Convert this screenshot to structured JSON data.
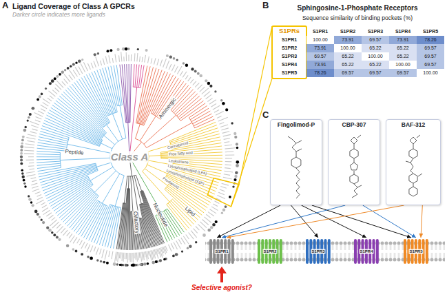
{
  "diagram": {
    "title": "Ligand Coverage of Class A GPCRs",
    "nodes": [
      {
        "text": [
          "Fingolimod-P"
        ]
      },
      {
        "text": [
          "CBP-307"
        ]
      },
      {
        "text": [
          "BAF-312"
        ]
      },
      {
        "text": [
          "S1PR1"
        ]
      },
      {
        "text": [
          "S1PR2"
        ]
      },
      {
        "text": [
          "S1PR3"
        ]
      },
      {
        "text": [
          "S1PR4"
        ]
      },
      {
        "text": [
          "S1PR5"
        ]
      }
    ],
    "edges": [
      {
        "from": 0,
        "to": 3,
        "arrow": "to"
      },
      {
        "from": 0,
        "to": 5,
        "arrow": "to"
      },
      {
        "from": 0,
        "to": 6,
        "arrow": "to"
      },
      {
        "from": 0,
        "to": 7,
        "arrow": "to"
      },
      {
        "from": 1,
        "to": 3,
        "arrow": "to"
      },
      {
        "from": 1,
        "to": 7,
        "arrow": "to"
      },
      {
        "from": 2,
        "to": 3,
        "arrow": "to"
      },
      {
        "from": 2,
        "to": 7,
        "arrow": "to"
      }
    ],
    "labels": [
      "A",
      "Darker circle indicates more ligands",
      "Class A",
      "Peptide",
      "Lipid",
      "Aminergic",
      "Nucleotide",
      "Olfactory",
      "Cannabinoid",
      "Free fatty acid",
      "Leukotriene",
      "Lysophospholipid (LPA)",
      "Lysophospholipid (S1P)",
      "Prostanoid",
      "B",
      "Sphingosine-1-Phosphate Receptors",
      "Sequence similarity of binding pockets (%)",
      "S1PRs",
      "S1PR1",
      "S1PR2",
      "S1PR3",
      "S1PR4",
      "S1PR5",
      "S1PR1",
      "100.00",
      "73.91",
      "69.57",
      "73.91",
      "78.26",
      "S1PR2",
      "73.91",
      "100.00",
      "65.22",
      "65.22",
      "69.57",
      "S1PR3",
      "69.57",
      "65.22",
      "100.00",
      "65.22",
      "69.57",
      "S1PR4",
      "73.91",
      "65.22",
      "65.22",
      "100.00",
      "69.57",
      "S1PR5",
      "78.26",
      "69.57",
      "69.57",
      "69.57",
      "100.00",
      "C",
      "Selective agonist?"
    ]
  }
}
